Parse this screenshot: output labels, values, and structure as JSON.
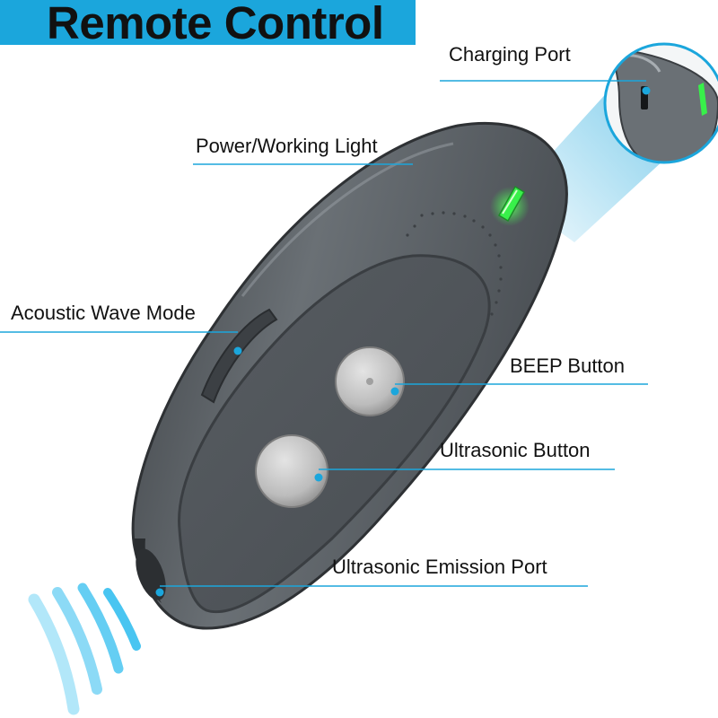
{
  "title": "Remote Control",
  "labels": {
    "charging_port": "Charging Port",
    "power_light": "Power/Working Light",
    "acoustic_mode": "Acoustic Wave Mode",
    "beep_button": "BEEP Button",
    "ultrasonic_button": "Ultrasonic Button",
    "emission_port": "Ultrasonic Emission Port"
  },
  "colors": {
    "accent": "#1ba6dc",
    "device_body": "#5a5f64",
    "indicator_green": "#38f04a"
  }
}
